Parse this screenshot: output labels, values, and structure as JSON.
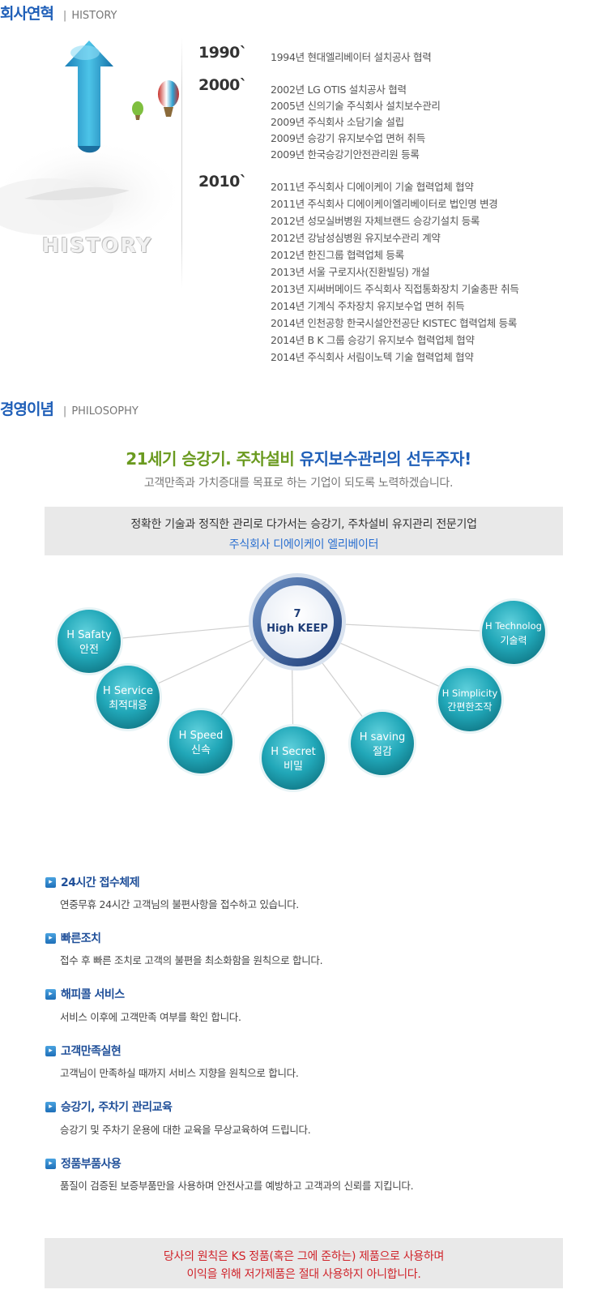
{
  "history": {
    "title": "회사연혁",
    "title_en": "HISTORY",
    "wordmark": "HISTORY",
    "groups": [
      {
        "year": "1990`",
        "items": [
          "1994년 현대엘리베이터 설치공사 협력"
        ]
      },
      {
        "year": "2000`",
        "items": [
          "2002년 LG OTIS 설치공사 협력",
          "2005년 신의기술 주식회사 설치보수관리",
          "2009년 주식회사 소담기술 설립",
          "2009년 승강기 유지보수업 면허 취득",
          "2009년 한국승강기안전관리원 등록"
        ]
      },
      {
        "year": "2010`",
        "items": [
          "2011년 주식회사 디에이케이 기술 협력업체 협약",
          "2011년 주식회사 디에이케이엘리베이터로 법인명 변경",
          "2012년 성모실버병원 자체브랜드 승강기설치 등록",
          "2012년 강남성심병원 유지보수관리 계약",
          "2012년 한진그룹 협력업체 등록",
          "2013년 서울 구로지사(진환빌딩) 개설",
          "2013년 지써버메이드 주식회사 직접통화장치 기술총판 취득",
          "2014년 기계식 주차장치 유지보수업 면허 취득",
          "2014년 인천공항 한국시설안전공단 KISTEC 협력업체 등록",
          "2014년 B K 그룹 승강기 유지보수 협력업체 협약",
          "2014년 주식회사 서림이노텍 기술 협력업체 협약"
        ]
      }
    ]
  },
  "philosophy": {
    "title": "경영이념",
    "title_en": "PHILOSOPHY",
    "slogan_a": "21세기 승강기. 주차설비 ",
    "slogan_b": "유지보수관리의 선두주자!",
    "subline": "고객만족과 가치증대를 목표로 하는 기업이 되도록 노력하겠습니다.",
    "box_line1": "정확한 기술과 정직한 관리로 다가서는 승강기, 주차설비 유지관리 전문기업",
    "box_line2": "주식회사 디에이케이 엘리베이터",
    "center": {
      "line1": "7",
      "line2": "High KEEP"
    },
    "nodes": [
      {
        "en": "H Safaty",
        "ko": "안전"
      },
      {
        "en": "H Service",
        "ko": "최적대응"
      },
      {
        "en": "H Speed",
        "ko": "신속"
      },
      {
        "en": "H Secret",
        "ko": "비밀"
      },
      {
        "en": "H saving",
        "ko": "절감"
      },
      {
        "en": "H Simplicity",
        "ko": "간편한조작"
      },
      {
        "en": "H Technolog",
        "ko": "기술력"
      }
    ]
  },
  "features": [
    {
      "title": "24시간 접수체제",
      "desc": "연중무휴 24시간 고객님의 불편사항을 접수하고 있습니다."
    },
    {
      "title": "빠른조치",
      "desc": "접수 후 빠른 조치로 고객의 불편을 최소화함을 원칙으로 합니다."
    },
    {
      "title": "해피콜 서비스",
      "desc": "서비스 이후에 고객만족 여부를 확인 합니다."
    },
    {
      "title": "고객만족실현",
      "desc": "고객님이 만족하실 때까지 서비스 지향을 원칙으로 합니다."
    },
    {
      "title": "승강기, 주차기 관리교육",
      "desc": "승강기 및 주차기 운용에 대한 교육을 무상교육하여 드립니다."
    },
    {
      "title": "정품부품사용",
      "desc": "품질이 검증된 보증부품만을 사용하며 안전사고를 예방하고 고객과의 신뢰를 지킵니다."
    }
  ],
  "notice": {
    "line1": "당사의 원칙은 KS 정품(혹은 그에 준하는) 제품으로 사용하며",
    "line2": "이익을 위해 저가제품은 절대 사용하지 아니합니다."
  },
  "colors": {
    "heading_blue": "#1f5fb8",
    "slogan_green": "#6a9a1f",
    "circle_teal": "#1fa2b5",
    "notice_red": "#d0232a"
  }
}
